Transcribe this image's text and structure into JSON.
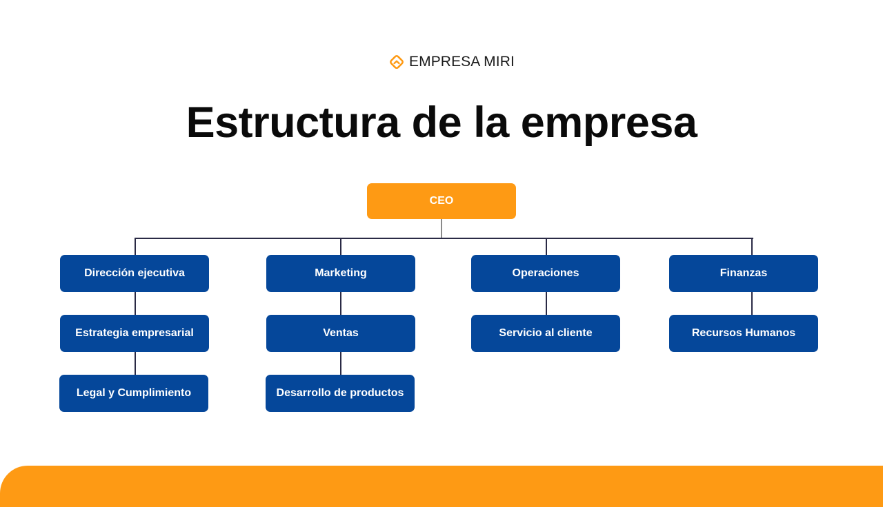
{
  "header": {
    "logo_icon": "diamond-chevron-icon",
    "brand_name": "EMPRESA MIRI",
    "title": "Estructura de la empresa"
  },
  "colors": {
    "accent_orange": "#fe9a14",
    "node_blue": "#05479a",
    "connector": "#2a2a45",
    "text_dark": "#0a0a0a"
  },
  "org_chart": {
    "root": {
      "label": "CEO"
    },
    "columns": [
      {
        "head": "Dirección ejecutiva",
        "children": [
          "Estrategia empresarial",
          "Legal y Cumplimiento"
        ]
      },
      {
        "head": "Marketing",
        "children": [
          "Ventas",
          "Desarrollo de productos"
        ]
      },
      {
        "head": "Operaciones",
        "children": [
          "Servicio al cliente"
        ]
      },
      {
        "head": "Finanzas",
        "children": [
          "Recursos Humanos"
        ]
      }
    ]
  }
}
